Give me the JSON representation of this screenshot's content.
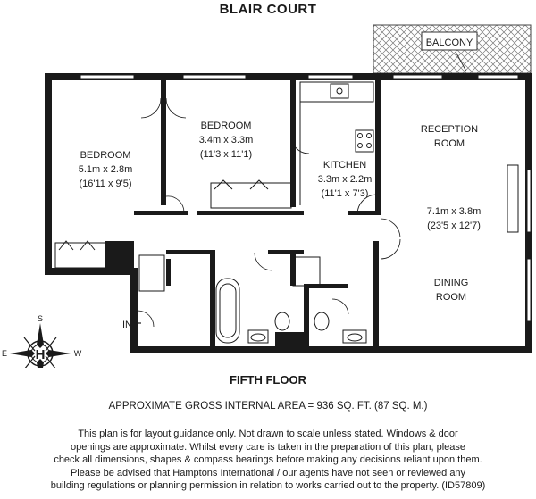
{
  "title": "BLAIR COURT",
  "rooms": {
    "balcony": "BALCONY",
    "bedroom1": {
      "name": "BEDROOM",
      "metric": "5.1m x 2.8m",
      "imperial": "(16'11 x 9'5)"
    },
    "bedroom2": {
      "name": "BEDROOM",
      "metric": "3.4m x 3.3m",
      "imperial": "(11'3 x 11'1)"
    },
    "kitchen": {
      "name": "KITCHEN",
      "metric": "3.3m x 2.2m",
      "imperial": "(11'1 x 7'3)"
    },
    "reception": {
      "name1": "RECEPTION",
      "name2": "ROOM",
      "metric": "7.1m x 3.8m",
      "imperial": "(23'5 x 12'7)"
    },
    "dining": {
      "name1": "DINING",
      "name2": "ROOM"
    }
  },
  "entrance": "IN",
  "compass": {
    "n_top": "S",
    "e": "W",
    "w": "E",
    "n_bottom": "N",
    "center": "H"
  },
  "floor_label": "FIFTH FLOOR",
  "area_text": "APPROXIMATE GROSS INTERNAL AREA = 936 SQ. FT. (87 SQ. M.)",
  "disclaimer": [
    "This plan is for layout guidance only. Not drawn to scale unless stated. Windows & door",
    "openings are approximate. Whilst every care is taken in the preparation of this plan, please",
    "check all dimensions, shapes & compass bearings before making any decisions reliant upon them.",
    "Please be advised that Hamptons International / our agents have not seen or reviewed any",
    "building regulations or planning permission in relation to works carried out to the property. (ID57809)"
  ]
}
